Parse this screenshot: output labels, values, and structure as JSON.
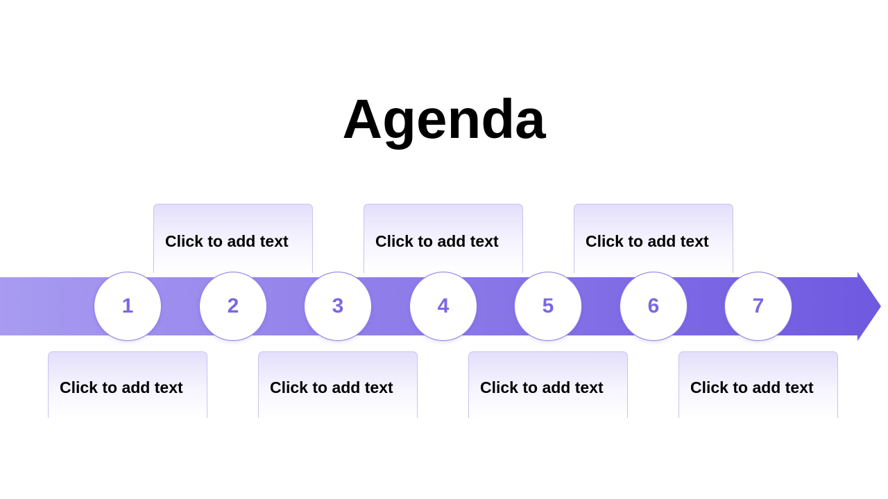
{
  "slide": {
    "title": "Agenda",
    "steps": [
      {
        "number": "1",
        "label": "Click to add text",
        "position": "below"
      },
      {
        "number": "2",
        "label": "Click to add text",
        "position": "above"
      },
      {
        "number": "3",
        "label": "Click to add text",
        "position": "below"
      },
      {
        "number": "4",
        "label": "Click to add text",
        "position": "above"
      },
      {
        "number": "5",
        "label": "Click to add text",
        "position": "below"
      },
      {
        "number": "6",
        "label": "Click to add text",
        "position": "above"
      },
      {
        "number": "7",
        "label": "Click to add text",
        "position": "below"
      }
    ]
  },
  "colors": {
    "arrow_start": "#a89bf1",
    "arrow_end": "#6f59e0",
    "number": "#7b68e2",
    "box_border": "#c9c2f2"
  }
}
